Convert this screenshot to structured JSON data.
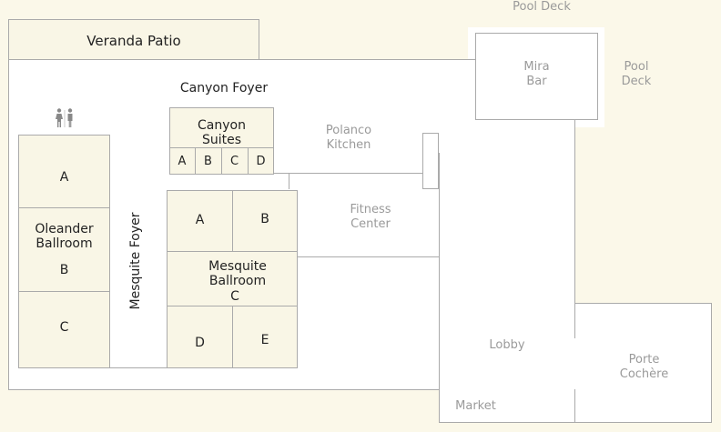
{
  "colors": {
    "background": "#fbf8e9",
    "room_fill": "#f9f6e6",
    "wall": "#aaaaaa",
    "text": "#222222",
    "muted_text": "#9a9a9a"
  },
  "labels": {
    "pool_deck_top": "Pool Deck",
    "veranda_patio": "Veranda Patio",
    "mira_bar": "Mira\nBar",
    "pool_deck_right": "Pool\nDeck",
    "canyon_foyer": "Canyon Foyer",
    "canyon_suites": "Canyon\nSuites",
    "canyon_a": "A",
    "canyon_b": "B",
    "canyon_c": "C",
    "canyon_d": "D",
    "polanco_kitchen": "Polanco\nKitchen",
    "fitness_center": "Fitness\nCenter",
    "oleander_a": "A",
    "oleander_ballroom": "Oleander\nBallroom",
    "oleander_b": "B",
    "oleander_c": "C",
    "mesquite_foyer": "Mesquite Foyer",
    "mesquite_a": "A",
    "mesquite_b": "B",
    "mesquite_ballroom": "Mesquite\nBallroom",
    "mesquite_c": "C",
    "mesquite_d": "D",
    "mesquite_e": "E",
    "lobby": "Lobby",
    "porte_cochere": "Porte\nCochère",
    "market": "Market"
  },
  "icons": {
    "restroom": "restroom-icon"
  }
}
